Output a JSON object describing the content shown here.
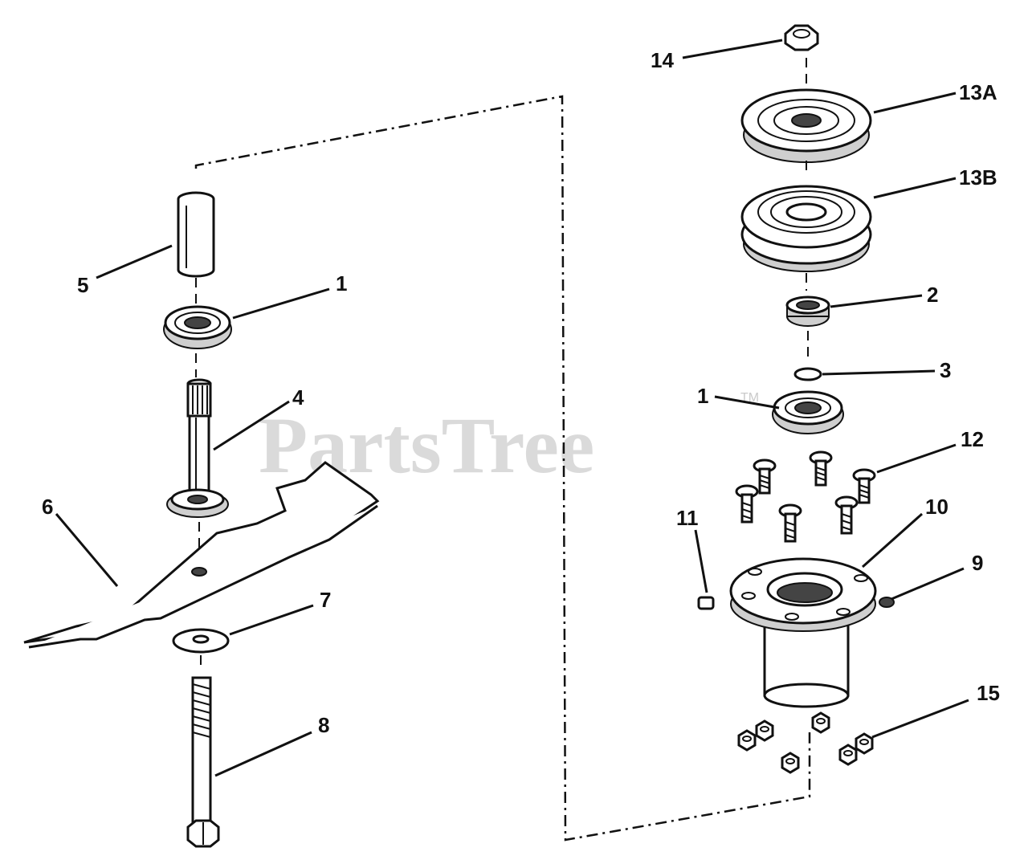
{
  "watermark": {
    "text": "PartsTree",
    "trademark": "TM"
  },
  "callouts": {
    "c14": "14",
    "c13a": "13A",
    "c13b": "13B",
    "c2": "2",
    "c3": "3",
    "c1_right": "1",
    "c12": "12",
    "c11": "11",
    "c10": "10",
    "c9": "9",
    "c15": "15",
    "c5": "5",
    "c1_left": "1",
    "c4": "4",
    "c6": "6",
    "c7": "7",
    "c8": "8"
  }
}
